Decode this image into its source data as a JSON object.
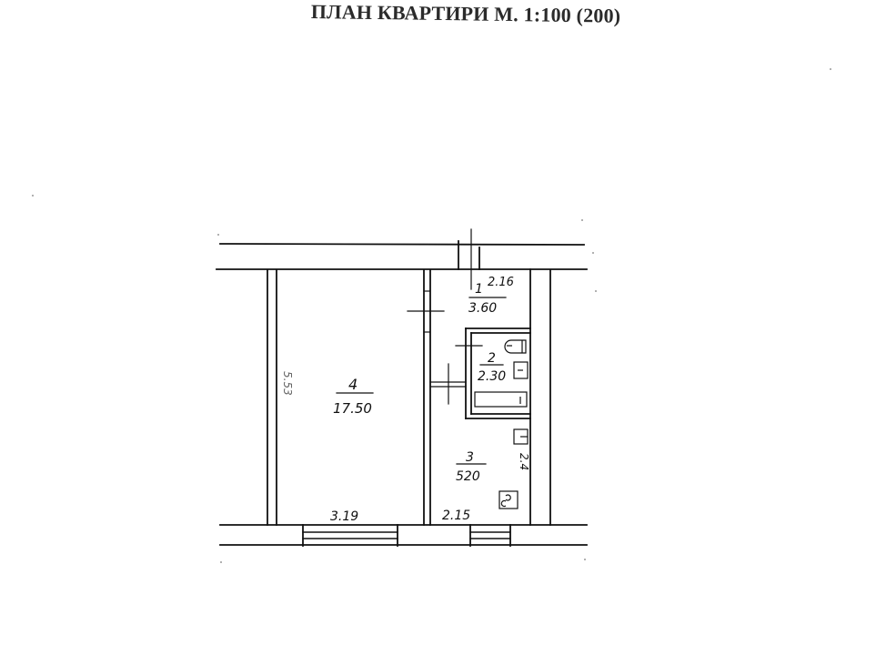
{
  "title": "ПЛАН КВАРТИРИ М. 1:100 (200)",
  "colors": {
    "background": "#ffffff",
    "ink": "#111111",
    "title": "#2b2b2b"
  },
  "rooms": [
    {
      "number": "1",
      "area": "3.60",
      "dimension": "2.16",
      "type": "hallway"
    },
    {
      "number": "2",
      "area": "2.30",
      "type": "bathroom"
    },
    {
      "number": "3",
      "area": "5.20",
      "area_display": "520",
      "dimension": "2.15",
      "side_dimension": "2.4",
      "type": "kitchen"
    },
    {
      "number": "4",
      "area": "17.50",
      "dimension": "3.19",
      "side_dimension": "5.53",
      "type": "living-room"
    }
  ],
  "fixtures": [
    {
      "name": "toilet",
      "room": "2"
    },
    {
      "name": "sink",
      "room": "2"
    },
    {
      "name": "bathtub",
      "room": "2"
    },
    {
      "name": "kitchen-sink",
      "room": "3"
    },
    {
      "name": "stove",
      "room": "3"
    }
  ],
  "windows": [
    {
      "room": "4"
    },
    {
      "room": "3"
    }
  ]
}
